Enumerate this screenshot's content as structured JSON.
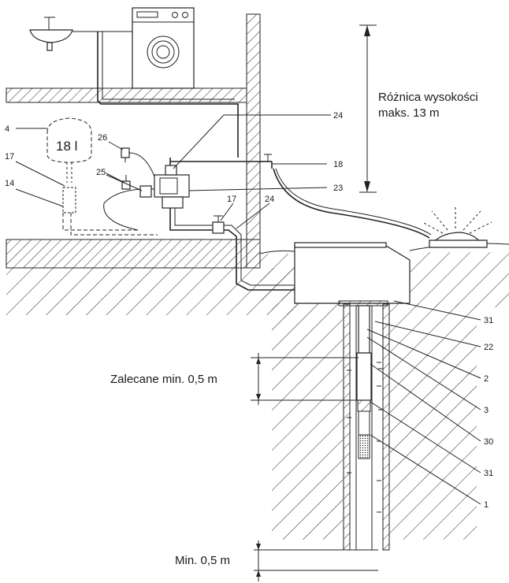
{
  "labels": {
    "height_diff_line1": "Różnica wysokości",
    "height_diff_line2": "maks. 13 m",
    "recommended": "Zalecane min. 0,5 m",
    "min": "Min. 0,5 m",
    "tank_volume": "18 l"
  },
  "callouts": {
    "c4": "4",
    "c17a": "17",
    "c14": "14",
    "c26": "26",
    "c25": "25",
    "c24a": "24",
    "c18": "18",
    "c23": "23",
    "c17b": "17",
    "c24b": "24",
    "c31a": "31",
    "c22": "22",
    "c2": "2",
    "c3": "3",
    "c30": "30",
    "c31b": "31",
    "c1": "1"
  }
}
